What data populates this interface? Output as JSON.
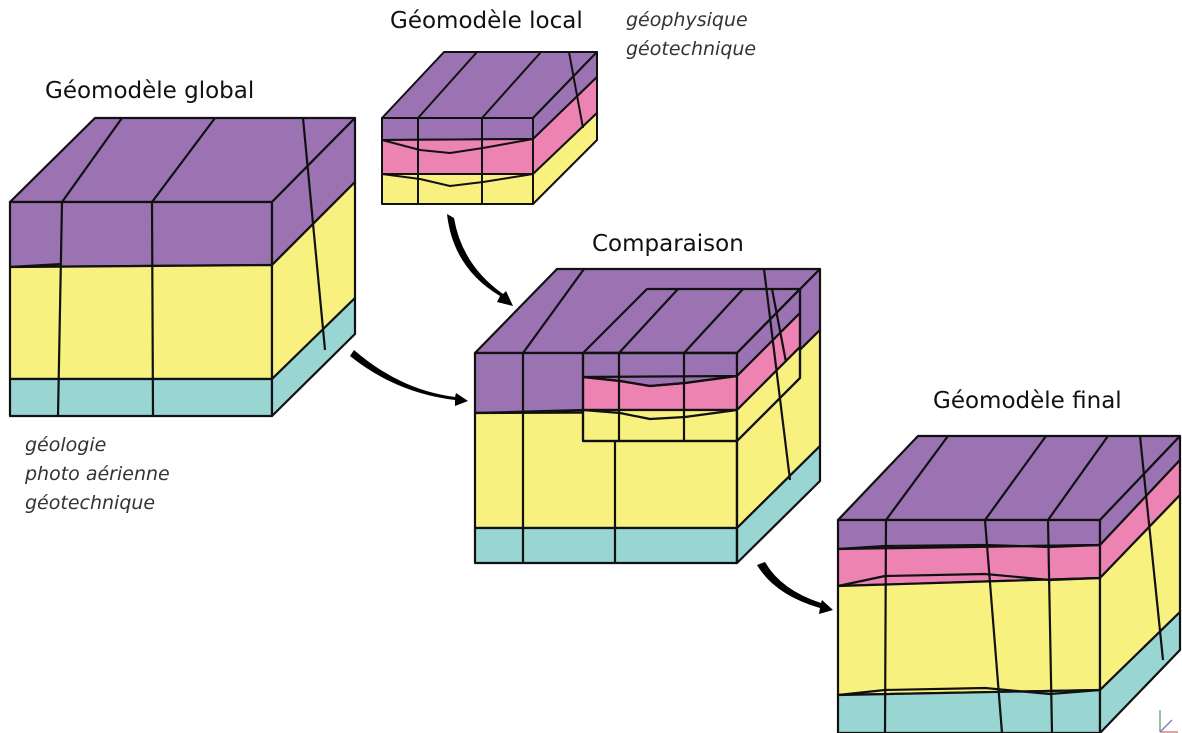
{
  "colors": {
    "purple": "#9b73b2",
    "yellow": "#f9f17f",
    "pink": "#ec83b3",
    "teal": "#99d5d3",
    "outline": "#111111"
  },
  "global": {
    "title": "Géomodèle global",
    "sources": [
      "géologie",
      "photo aérienne",
      "géotechnique"
    ]
  },
  "local": {
    "title": "Géomodèle local",
    "sources": [
      "géophysique",
      "géotechnique"
    ]
  },
  "comparison": {
    "title": "Comparaison"
  },
  "final": {
    "title": "Géomodèle final"
  }
}
